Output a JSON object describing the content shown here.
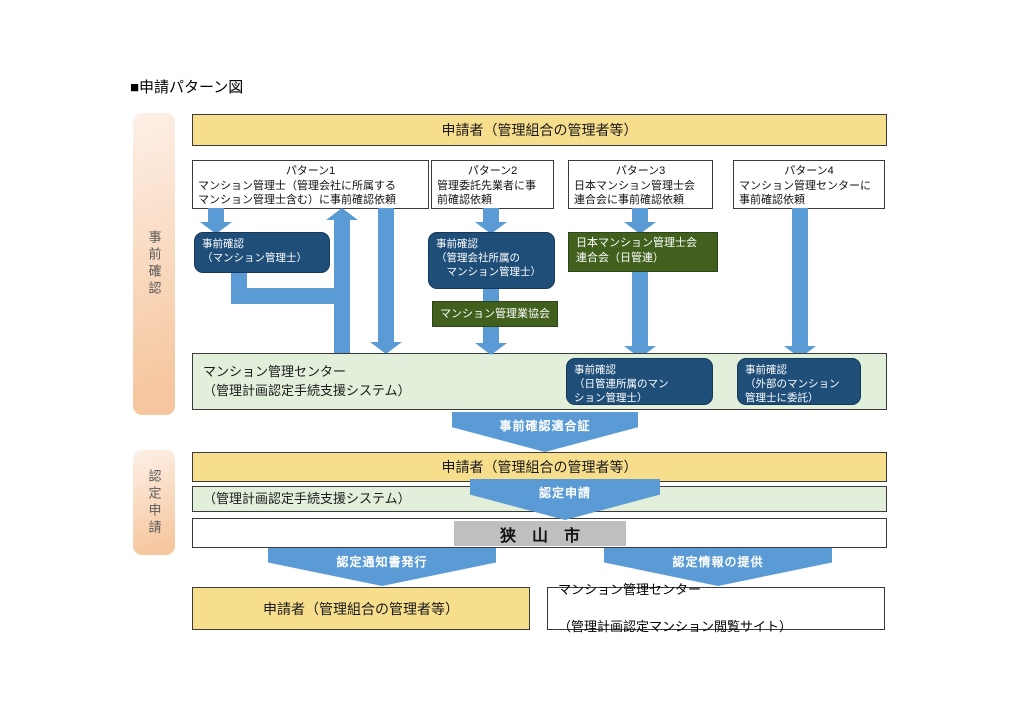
{
  "page_title": "■申請パターン図",
  "stages": {
    "stage1": "事前確認",
    "stage2": "認定申請"
  },
  "applicant_top": "申請者（管理組合の管理者等）",
  "patterns": [
    {
      "title": "パターン1",
      "body": "マンション管理士（管理会社に所属する\nマンション管理士含む）に事前確認依頼"
    },
    {
      "title": "パターン2",
      "body": "管理委託先業者に事\n前確認依頼"
    },
    {
      "title": "パターン3",
      "body": "日本マンション管理士会\n連合会に事前確認依頼"
    },
    {
      "title": "パターン4",
      "body": "マンション管理センターに\n事前確認依頼"
    }
  ],
  "precheck": {
    "p1": "事前確認\n（マンション管理士）",
    "p2": "事前確認\n（管理会社所属の\n　マンション管理士）",
    "p2_org": "マンション管理業協会",
    "p3_org": "日本マンション管理士会\n連合会（日管連）",
    "p3": "事前確認\n（日管連所属のマン\nション管理士）",
    "p4": "事前確認\n（外部のマンション\n管理士に委託）"
  },
  "center": {
    "name": "マンション管理センター",
    "system": "（管理計画認定手続支援システム）"
  },
  "arrows": {
    "certificate": "事前確認適合証",
    "application": "認定申請",
    "notice": "認定通知書発行",
    "info": "認定情報の提供"
  },
  "applicant_mid": "申請者（管理組合の管理者等）",
  "system_mid": "（管理計画認定手続支援システム）",
  "city": "狭　山　市",
  "bottom": {
    "applicant": "申請者（管理組合の管理者等）",
    "center_name": "マンション管理センター",
    "center_site": "（管理計画認定マンション閲覧サイト）"
  },
  "colors": {
    "yellow_bar": "#F7DE8D",
    "peach_stage": "#F6C79F",
    "dark_blue_box": "#1F4E79",
    "olive_green_box": "#41601E",
    "light_green_bar": "#E2EFDA",
    "arrow_blue": "#5B9BD5",
    "gray_highlight": "#BFBFBF"
  }
}
